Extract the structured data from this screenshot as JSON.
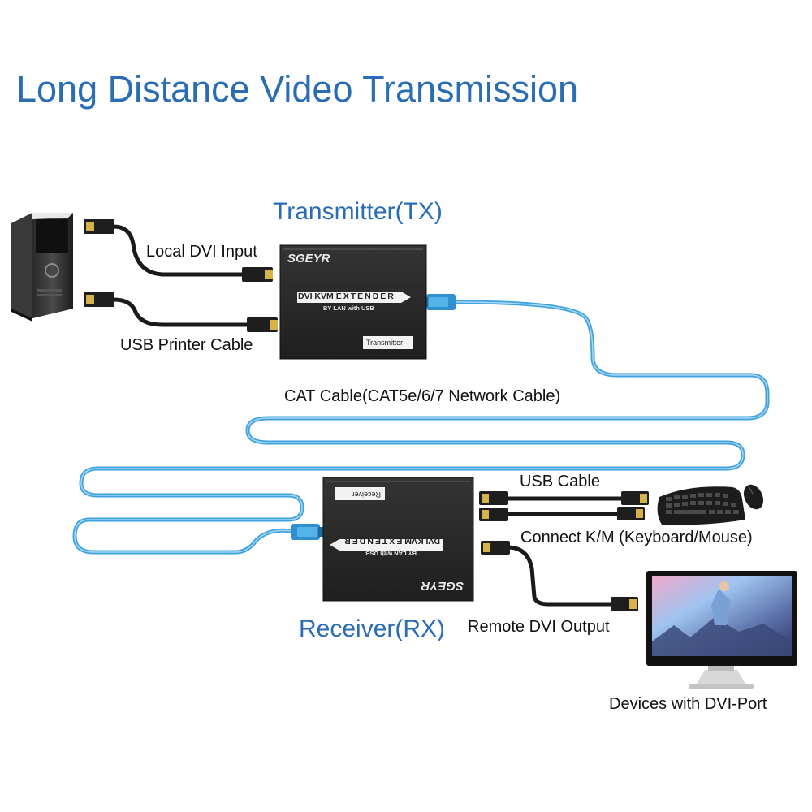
{
  "title": "Long Distance Video Transmission",
  "labels": {
    "transmitter": "Transmitter(TX)",
    "receiver": "Receiver(RX)",
    "local_dvi_input": "Local DVI Input",
    "usb_printer_cable": "USB Printer Cable",
    "cat_cable": "CAT Cable(CAT5e/6/7 Network Cable)",
    "usb_cable": "USB Cable",
    "connect_km": "Connect K/M (Keyboard/Mouse)",
    "remote_dvi_output": "Remote DVI Output",
    "devices_dvi_port": "Devices with DVI-Port"
  },
  "devices": {
    "tx": {
      "brand": "SGEYR",
      "product_main": "DVI KVM",
      "product_tag": "EXTENDER",
      "product_sub": "BY LAN with USB",
      "badge": "Transmitter"
    },
    "rx": {
      "brand": "SGEYR",
      "product_main": "DVI KVM",
      "product_tag": "EXTENDER",
      "product_sub": "BY LAN with USB",
      "badge": "Receiver"
    }
  },
  "colors": {
    "title_blue": "#2a6db5",
    "network_cable": "#3fa3df",
    "box": "#2b2b2b",
    "cable_black": "#1a1a1a"
  },
  "icons": [
    "pc-tower-icon",
    "keyboard-icon",
    "mouse-icon",
    "monitor-icon",
    "dvi-connector-icon",
    "rj45-connector-icon"
  ]
}
